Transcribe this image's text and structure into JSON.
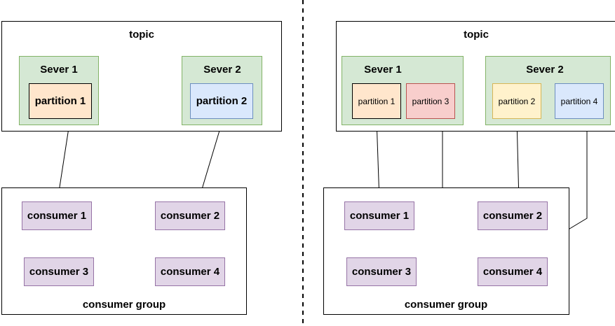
{
  "left": {
    "topic_label": "topic",
    "server1_label": "Sever 1",
    "server2_label": "Sever 2",
    "partitions": [
      "partition 1",
      "partition 2"
    ],
    "group_label": "consumer group",
    "consumers": [
      "consumer 1",
      "consumer 2",
      "consumer 3",
      "consumer 4"
    ]
  },
  "right": {
    "topic_label": "topic",
    "server1_label": "Sever 1",
    "server2_label": "Sever 2",
    "partitions": [
      "partition 1",
      "partition 3",
      "partition 2",
      "partition 4"
    ],
    "group_label": "consumer group",
    "consumers": [
      "consumer 1",
      "consumer 2",
      "consumer 3",
      "consumer 4"
    ]
  },
  "colors": {
    "server_fill": "#d5e8d4",
    "server_stroke": "#82b366",
    "partition_orange": "#ffe6cc",
    "partition_blue": "#dae8fc",
    "partition_red": "#f8cecc",
    "partition_yellow": "#fff2cc",
    "consumer_fill": "#e1d5e7",
    "consumer_stroke": "#9673a6"
  }
}
